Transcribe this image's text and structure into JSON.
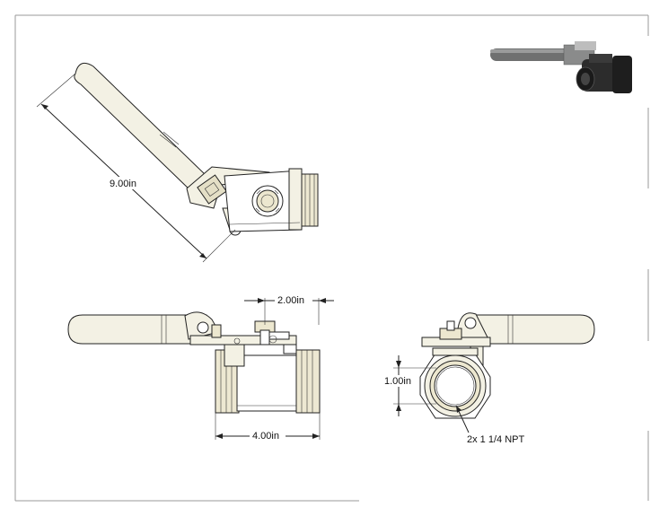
{
  "drawing": {
    "dimensions": {
      "handle_length": "9.00in",
      "stem_offset": "2.00in",
      "body_length": "4.00in",
      "port_height": "1.00in",
      "port_callout": "2x 1 1/4 NPT"
    },
    "colors": {
      "line": "#222222",
      "handle_fill": "#f3f1e4",
      "body_fill": "#ece7cf",
      "border": "#9a9a9a",
      "render_handle": "#6f7070",
      "render_body": "#2c2c2c"
    }
  }
}
